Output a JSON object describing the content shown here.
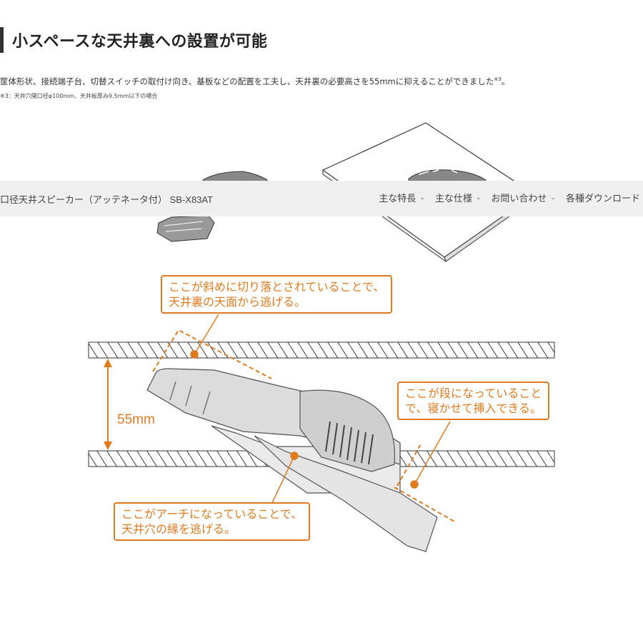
{
  "section": {
    "title": "小スペースな天井裏への設置が可能",
    "description": "筐体形状、接続端子台、切替スイッチの取付け向き、基板などの配置を工夫し、天井裏の必要高さを55mmに抑えることができました",
    "description_sup": "※3",
    "description_end": "。",
    "footnote": "※3：天井穴開口径φ100mm、天井板厚み9.5mm以下の場合"
  },
  "navbar": {
    "product_name": "口径天井スピーカー（アッテネータ付） SB-X83AT",
    "menu": [
      {
        "label": "主な特長"
      },
      {
        "label": "主な仕様"
      },
      {
        "label": "お問い合わせ"
      },
      {
        "label": "各種ダウンロード"
      }
    ],
    "chevron_icon": "chevron-down-icon"
  },
  "diagram": {
    "accent_color": "#e07a1f",
    "dimension_label": "55mm",
    "callouts": [
      {
        "line1": "ここが斜めに切り落とされていることで、",
        "line2": "天井裏の天面から逃げる。"
      },
      {
        "line1": "ここが段になっていること",
        "line2": "で、寝かせて挿入できる。"
      },
      {
        "line1": "ここがアーチになっていることで、",
        "line2": "天井穴の縁を逃げる。"
      }
    ]
  }
}
